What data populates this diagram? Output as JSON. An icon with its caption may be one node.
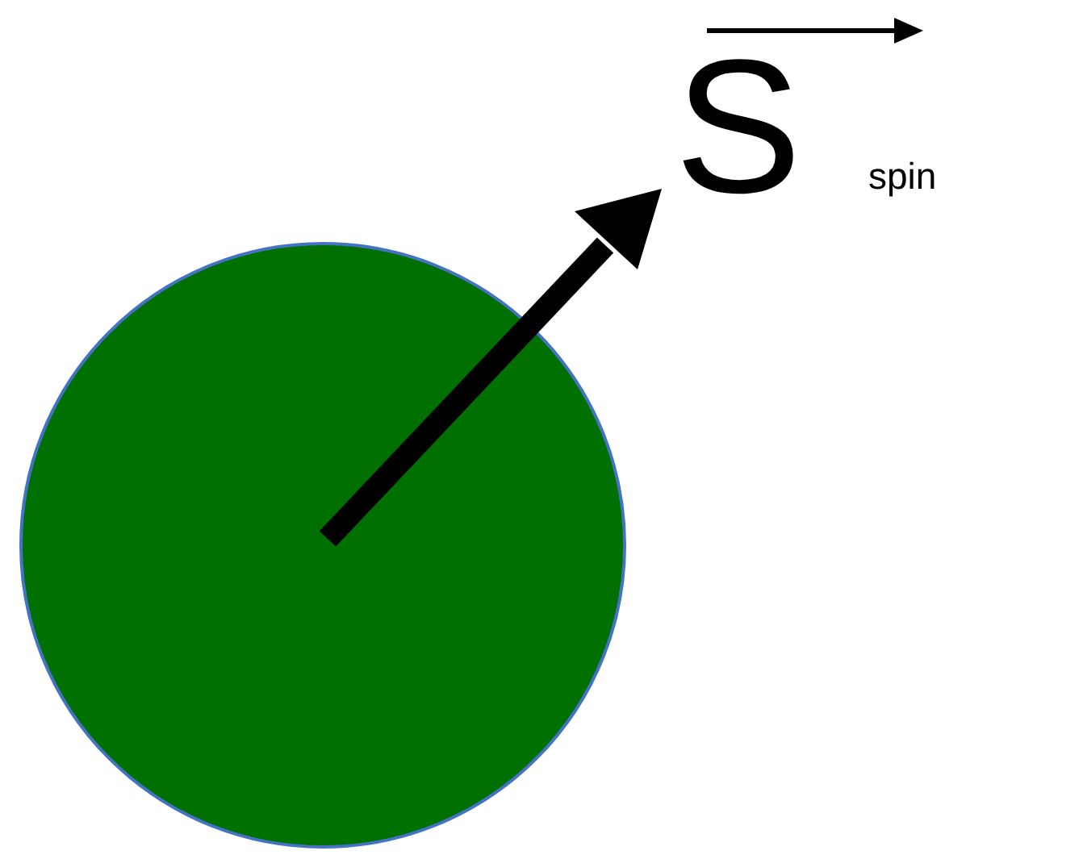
{
  "diagram": {
    "nodes": [
      {
        "text": [],
        "shape": "circle"
      }
    ],
    "labels": [
      "S",
      "spin"
    ]
  }
}
